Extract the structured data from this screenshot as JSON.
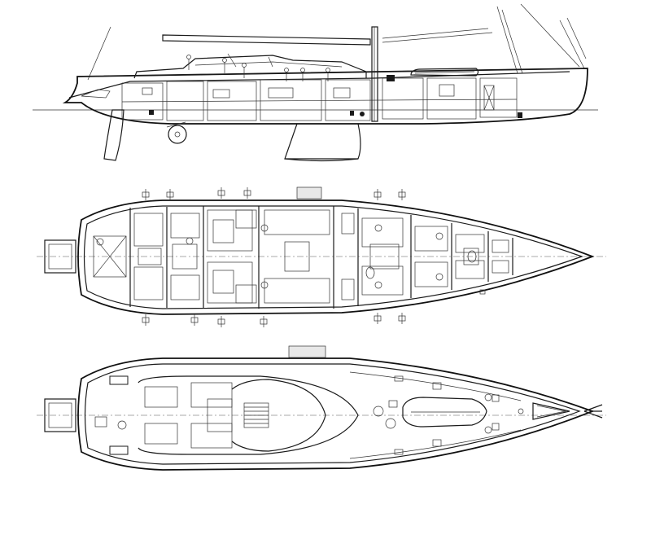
{
  "drawing": {
    "views": [
      {
        "key": "profile",
        "name": "profile-view"
      },
      {
        "key": "accommodation",
        "name": "accommodation-plan"
      },
      {
        "key": "deck",
        "name": "deck-plan"
      }
    ],
    "colors": {
      "ink": "#1a1a1a",
      "background": "#ffffff",
      "fill_light": "#e8e8e8"
    }
  }
}
